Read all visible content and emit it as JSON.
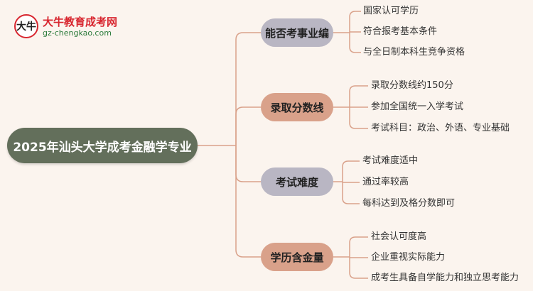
{
  "logo": {
    "mark": "大牛",
    "title": "大牛教育成考网",
    "url": "gz-chengkao.com"
  },
  "root": {
    "label": "2025年汕头大学成考金融学专业"
  },
  "branches": [
    {
      "label": "能否考事业编",
      "color": "#b9b6c3",
      "items": [
        "国家认可学历",
        "符合报考基本条件",
        "与全日制本科生竞争资格"
      ]
    },
    {
      "label": "录取分数线",
      "color": "#d9a18a",
      "items": [
        "录取分数线约150分",
        "参加全国统一入学考试",
        "考试科目：政治、外语、专业基础"
      ]
    },
    {
      "label": "考试难度",
      "color": "#b9b6c3",
      "items": [
        "考试难度适中",
        "通过率较高",
        "每科达到及格分数即可"
      ]
    },
    {
      "label": "学历含金量",
      "color": "#d9a18a",
      "items": [
        "社会认可度高",
        "企业重视实际能力",
        "成考生具备自学能力和独立思考能力"
      ]
    }
  ],
  "colors": {
    "connector": "#d9a18a",
    "root": "#636f5b",
    "background": "#fbf4ee"
  }
}
